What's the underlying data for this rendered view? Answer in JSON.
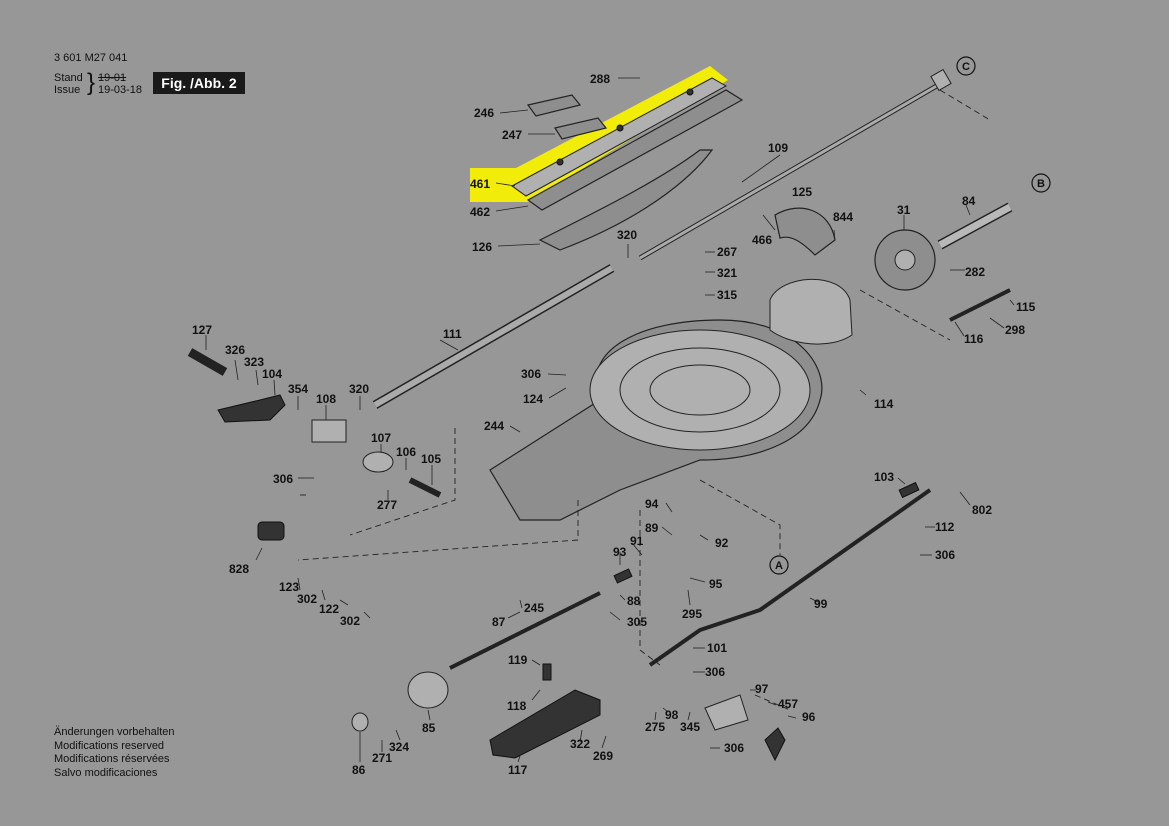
{
  "header": {
    "doc_number": "3 601 M27 041",
    "stand_label": "Stand",
    "issue_label": "Issue",
    "stand_value": "19-01",
    "issue_value": "19-03-18",
    "figure": "Fig. /Abb. 2"
  },
  "notes": [
    "Änderungen vorbehalten",
    "Modifications reserved",
    "Modifications réservées",
    "Salvo modificaciones"
  ],
  "highlight_color": "#f5f000",
  "callouts": [
    {
      "id": "c",
      "text": "C"
    },
    {
      "id": "b",
      "text": "B"
    },
    {
      "id": "a",
      "text": "A"
    }
  ],
  "parts": {
    "p288": "288",
    "p246": "246",
    "p247": "247",
    "p461": "461",
    "p462": "462",
    "p126": "126",
    "p109": "109",
    "p320a": "320",
    "p267": "267",
    "p321": "321",
    "p315": "315",
    "p125": "125",
    "p844": "844",
    "p466": "466",
    "p31": "31",
    "p84": "84",
    "p282": "282",
    "p115": "115",
    "p298": "298",
    "p116": "116",
    "p127": "127",
    "p326": "326",
    "p323": "323",
    "p104": "104",
    "p354": "354",
    "p108": "108",
    "p320b": "320",
    "p111": "111",
    "p306a": "306",
    "p124": "124",
    "p114": "114",
    "p244": "244",
    "p107": "107",
    "p106": "106",
    "p105": "105",
    "p306b": "306",
    "p277": "277",
    "p103": "103",
    "p802": "802",
    "p94": "94",
    "p89": "89",
    "p92": "92",
    "p91": "91",
    "p93": "93",
    "p95": "95",
    "p88": "88",
    "p295": "295",
    "p305": "305",
    "p112": "112",
    "p306c": "306",
    "p828": "828",
    "p123": "123",
    "p302a": "302",
    "p122": "122",
    "p302b": "302",
    "p245": "245",
    "p87": "87",
    "p99": "99",
    "p119": "119",
    "p118": "118",
    "p101": "101",
    "p306d": "306",
    "p97": "97",
    "p457": "457",
    "p96": "96",
    "p98": "98",
    "p275": "275",
    "p345": "345",
    "p306e": "306",
    "p85": "85",
    "p324": "324",
    "p271": "271",
    "p86": "86",
    "p322": "322",
    "p269": "269",
    "p117": "117"
  }
}
